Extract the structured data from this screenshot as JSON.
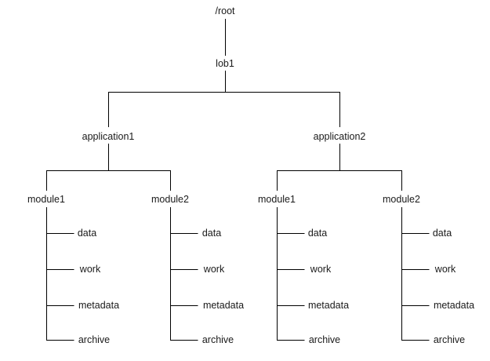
{
  "tree": {
    "root": {
      "label": "/root"
    },
    "lob": {
      "label": "lob1"
    },
    "applications": [
      {
        "label": "application1",
        "modules": [
          {
            "label": "module1",
            "folders": [
              "data",
              "work",
              "metadata",
              "archive"
            ]
          },
          {
            "label": "module2",
            "folders": [
              "data",
              "work",
              "metadata",
              "archive"
            ]
          }
        ]
      },
      {
        "label": "application2",
        "modules": [
          {
            "label": "module1",
            "folders": [
              "data",
              "work",
              "metadata",
              "archive"
            ]
          },
          {
            "label": "module2",
            "folders": [
              "data",
              "work",
              "metadata",
              "archive"
            ]
          }
        ]
      }
    ]
  }
}
